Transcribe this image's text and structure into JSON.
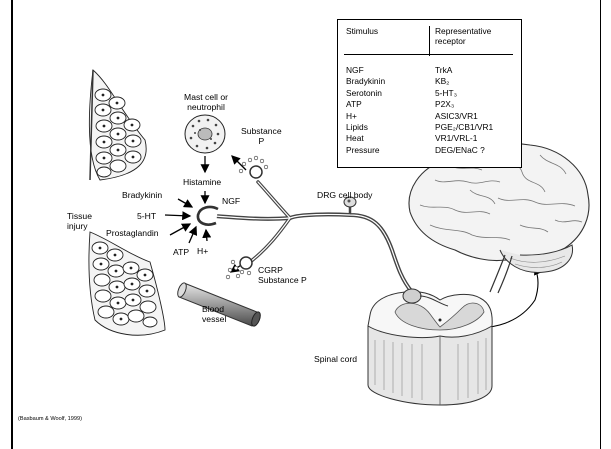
{
  "labels": {
    "mast_cell": "Mast cell or\nneutrophil",
    "substance_p_top": "Substance\nP",
    "histamine": "Histamine",
    "bradykinin": "Bradykinin",
    "ngf": "NGF",
    "five_ht": "5-HT",
    "tissue_injury": "Tissue\ninjury",
    "prostaglandin": "Prostaglandin",
    "atp": "ATP",
    "h_plus": "H+",
    "drg": "DRG cell body",
    "cgrp": "CGRP\nSubstance P",
    "blood_vessel": "Blood\nvessel",
    "spinal_cord": "Spinal cord"
  },
  "table": {
    "col1_header": "Stimulus",
    "col2_header": "Representative\nreceptor",
    "rows": [
      {
        "stimulus": "NGF",
        "receptor": "TrkA"
      },
      {
        "stimulus": "Bradykinin",
        "receptor": "KB₂"
      },
      {
        "stimulus": "Serotonin",
        "receptor": "5-HT₃"
      },
      {
        "stimulus": "ATP",
        "receptor": "P2X₃"
      },
      {
        "stimulus": "H+",
        "receptor": "ASIC3/VR1"
      },
      {
        "stimulus": "Lipids",
        "receptor": "PGE₂/CB1/VR1"
      },
      {
        "stimulus": "Heat",
        "receptor": "VR1/VRL-1"
      },
      {
        "stimulus": "Pressure",
        "receptor": "DEG/ENaC ?"
      }
    ]
  },
  "citation": "(Basbaum & Woolf, 1999)",
  "icons": [
    "tissue-cells-top",
    "tissue-cells-bottom",
    "mast-cell",
    "nerve-terminal",
    "dorsal-root-ganglion",
    "blood-vessel",
    "spinal-cord-section",
    "brain"
  ]
}
